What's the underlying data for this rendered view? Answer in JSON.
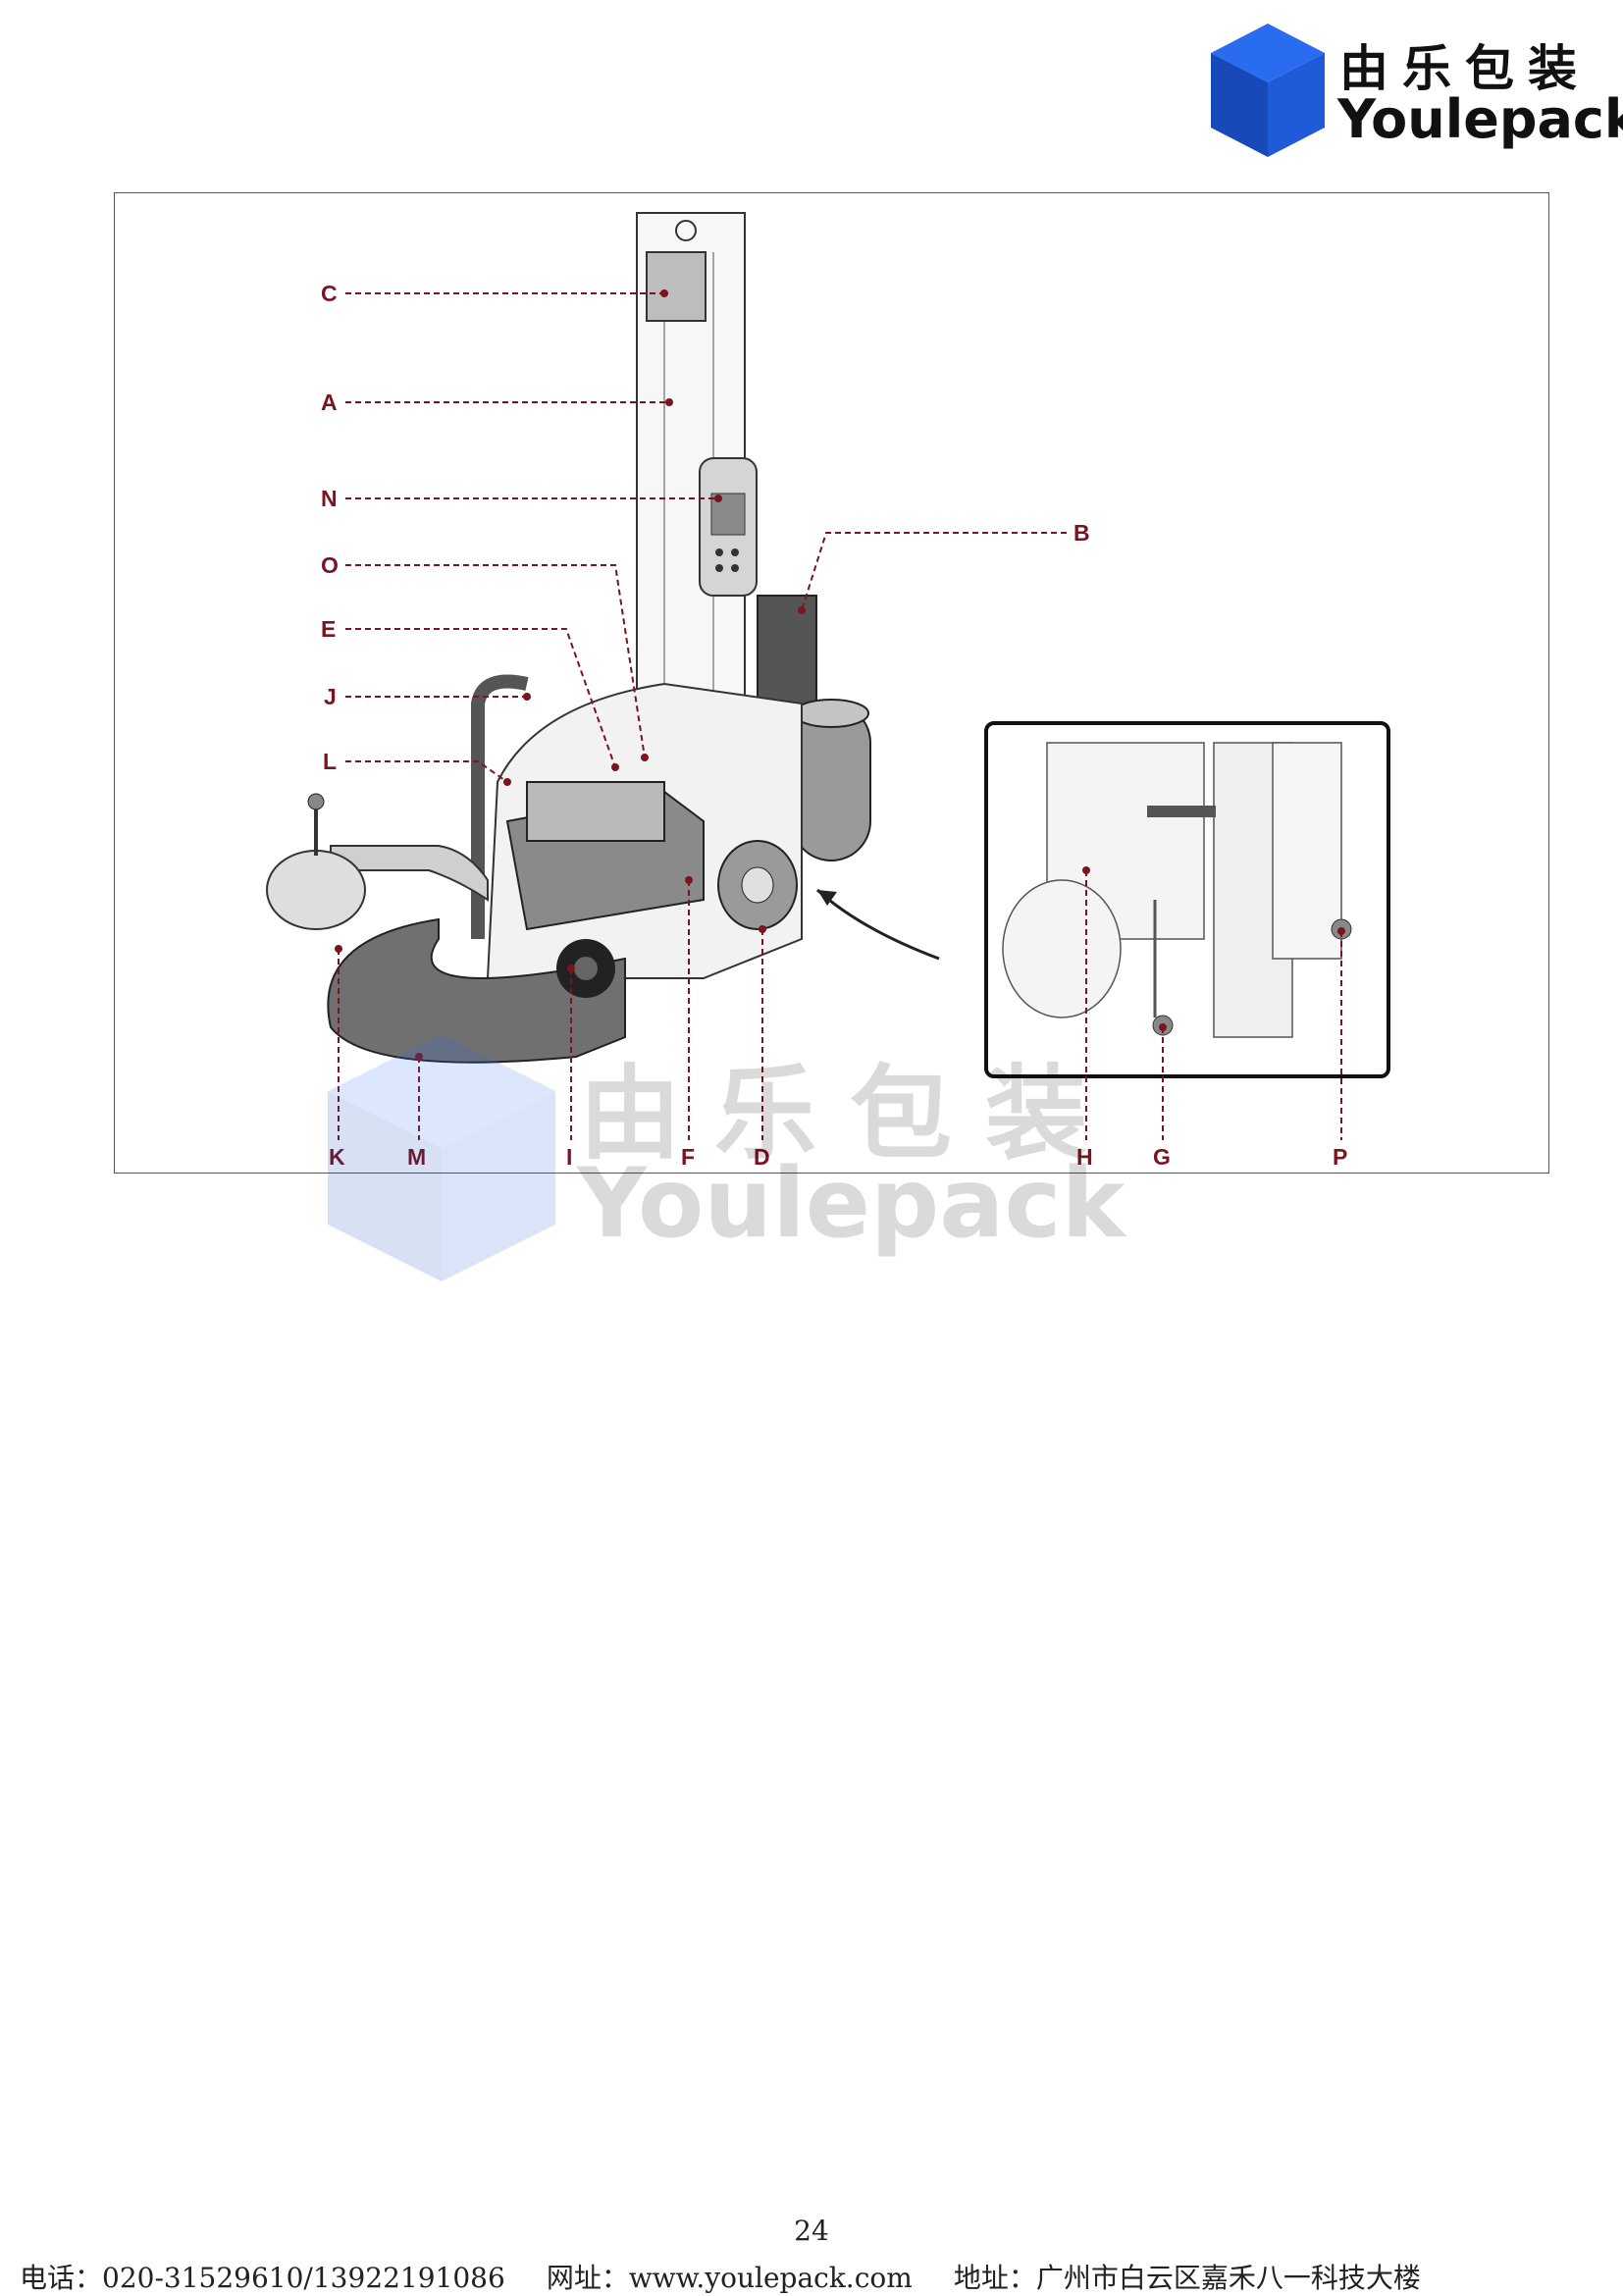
{
  "logo": {
    "chinese": "由乐包装",
    "english": "Youlepack",
    "cube_colors": [
      "#1f5ad9",
      "#2a6cf0",
      "#174ab8"
    ]
  },
  "figure": {
    "callouts": [
      "C",
      "A",
      "N",
      "O",
      "E",
      "J",
      "L",
      "B",
      "K",
      "M",
      "I",
      "F",
      "D",
      "H",
      "G",
      "P"
    ],
    "callout_color": "#7a1420"
  },
  "watermark": {
    "chinese": "由乐包装",
    "english": "Youlepack"
  },
  "page_number": "24",
  "footer": {
    "phone": "电话：020-31529610/13922191086",
    "website": "网址：www.youlepack.com",
    "address": "地址：广州市白云区嘉禾八一科技大楼"
  }
}
